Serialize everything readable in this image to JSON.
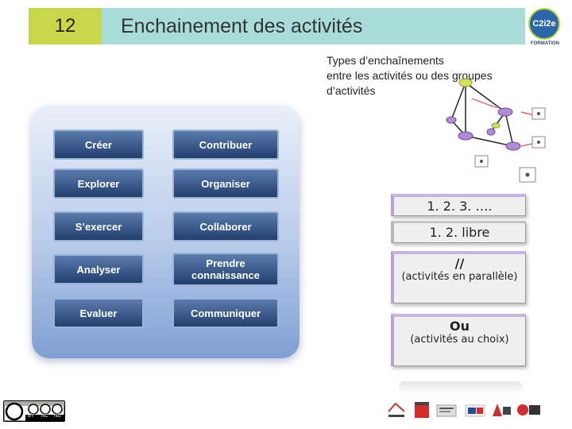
{
  "header": {
    "slide_number": "12",
    "title": "Enchainement des activités",
    "logo_text": "C2i2e",
    "logo_caption": "FORMATION"
  },
  "description": {
    "lines": [
      "Types d’enchaînements",
      "entre les activités ou des groupes",
      "d’activités"
    ]
  },
  "activities": {
    "left": [
      "Créer",
      "Explorer",
      "S’exercer",
      "Analyser",
      "Evaluer"
    ],
    "right": [
      "Contribuer",
      "Organiser",
      "Collaborer",
      "Prendre connaissance",
      "Communiquer"
    ]
  },
  "sequences": {
    "numbered": "1. 2. 3. ….",
    "free": "1. 2. libre",
    "parallel_symbol": "//",
    "parallel_desc": "(activités en parallèle)",
    "choice_symbol": "Ou",
    "choice_desc": "(activités au choix)"
  },
  "footer": {
    "license_labels": [
      "BY",
      "NC",
      "ND"
    ]
  },
  "colors": {
    "slide_number_bg": "#c8d64a",
    "title_bg": "#a8dcd8",
    "activity_button": "#2c4a7b",
    "panel": "#b7cbe9"
  }
}
